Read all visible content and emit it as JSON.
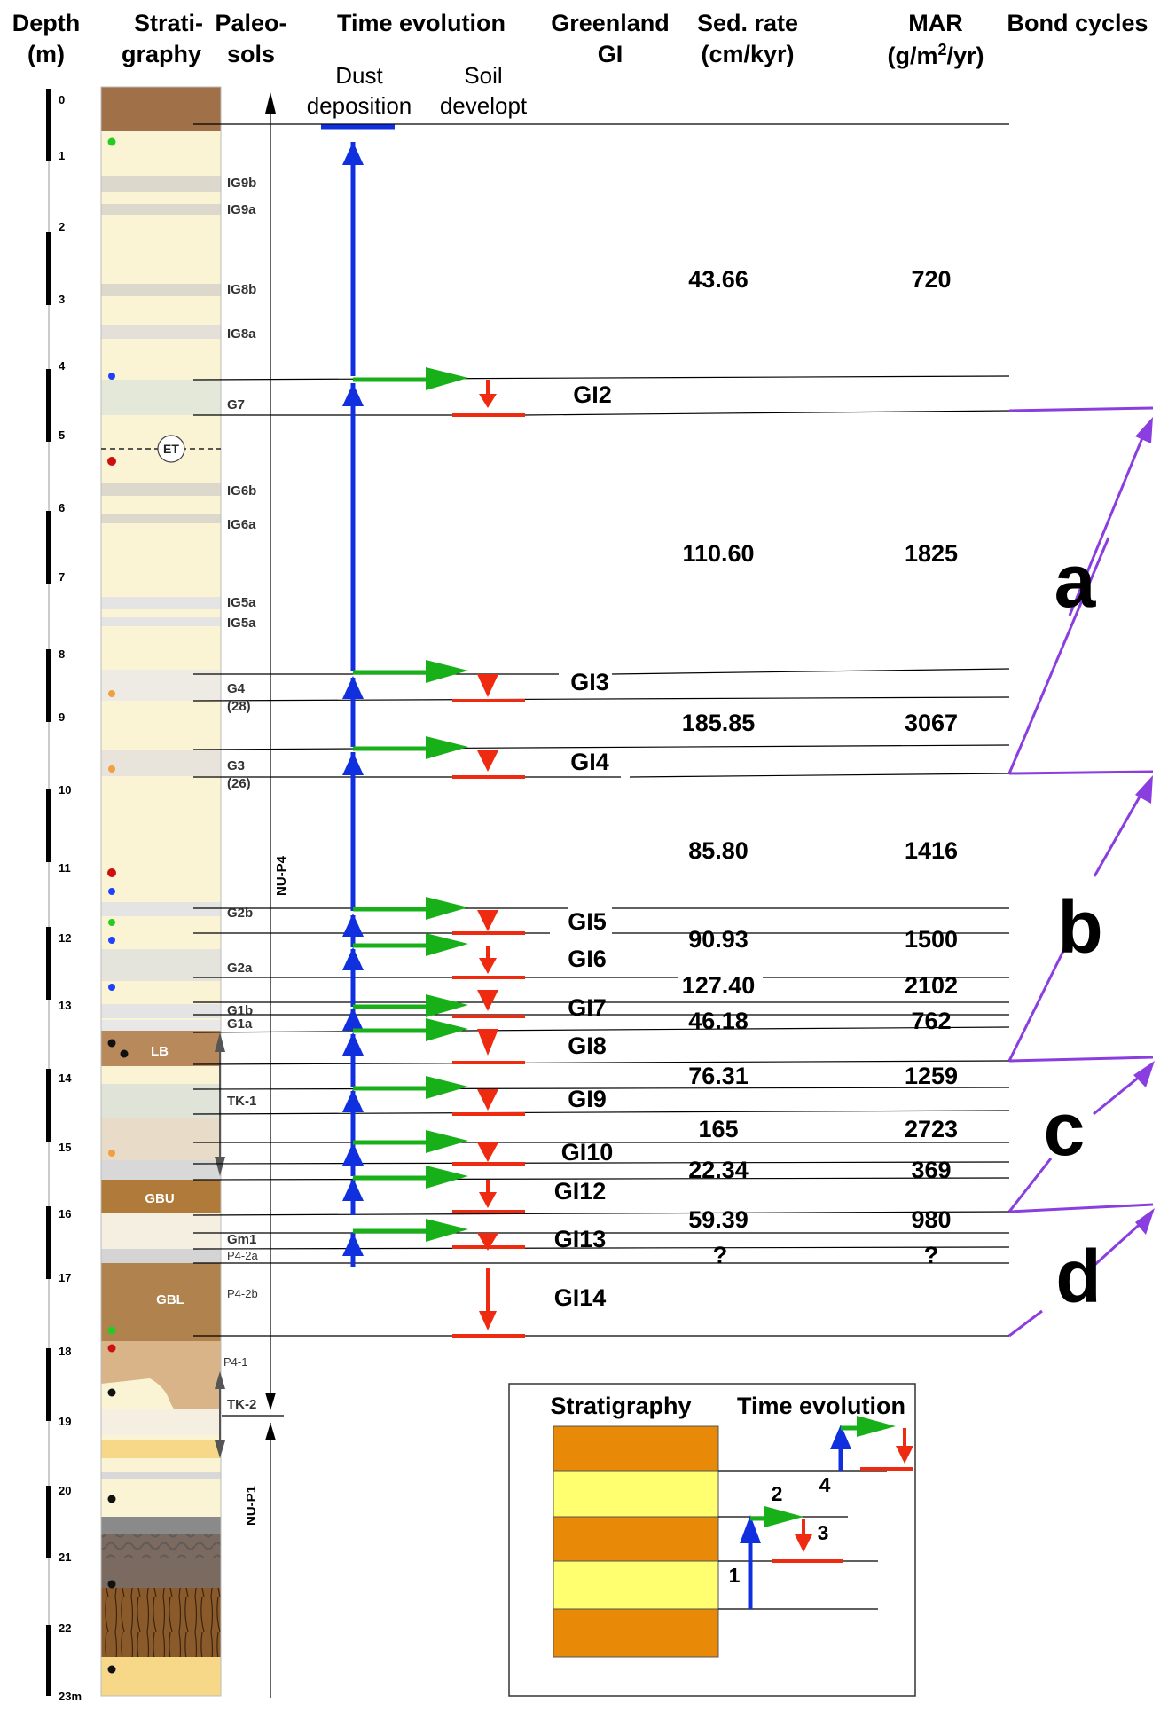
{
  "headers": {
    "depth": [
      "Depth",
      "(m)"
    ],
    "strati": [
      "Strati-",
      "graphy"
    ],
    "paleo": [
      "Paleo-",
      "sols"
    ],
    "time": "Time evolution",
    "dust": [
      "Dust",
      "deposition"
    ],
    "soil": [
      "Soil",
      "developt"
    ],
    "greenland": [
      "Greenland",
      "GI"
    ],
    "sed": [
      "Sed. rate",
      "(cm/kyr)"
    ],
    "mar": [
      "MAR",
      "(g/m",
      "2",
      "/yr)"
    ],
    "bond": "Bond cycles"
  },
  "depth_ticks": [
    "0",
    "1",
    "2",
    "3",
    "4",
    "5",
    "6",
    "7",
    "8",
    "9",
    "10",
    "11",
    "12",
    "13",
    "14",
    "15",
    "16",
    "17",
    "18",
    "19",
    "20",
    "21",
    "22",
    "23m"
  ],
  "unit_labels": {
    "p4": "NU-P4",
    "p1": "NU-P1"
  },
  "paleosol_labels": [
    "IG9b",
    "IG9a",
    "IG8b",
    "IG8a",
    "G7",
    "IG6b",
    "IG6a",
    "IG5a",
    "IG5a",
    "G4",
    "(28)",
    "G3",
    "(26)",
    "G2b",
    "G2a",
    "G1b",
    "G1a",
    "TK-1",
    "Gm1",
    "P4-2a",
    "P4-2b",
    "P4-1",
    "TK-2"
  ],
  "layer_labels": {
    "et": "ET",
    "lb": "LB",
    "gbu": "GBU",
    "gbl": "GBL"
  },
  "gi_labels": [
    "GI2",
    "GI3",
    "GI4",
    "GI5",
    "GI6",
    "GI7",
    "GI8",
    "GI9",
    "GI10",
    "GI12",
    "GI13",
    "GI14"
  ],
  "rates": [
    {
      "sed": "43.66",
      "mar": "720"
    },
    {
      "sed": "110.60",
      "mar": "1825"
    },
    {
      "sed": "185.85",
      "mar": "3067"
    },
    {
      "sed": "85.80",
      "mar": "1416"
    },
    {
      "sed": "90.93",
      "mar": "1500"
    },
    {
      "sed": "127.40",
      "mar": "2102"
    },
    {
      "sed": "46.18",
      "mar": "762"
    },
    {
      "sed": "76.31",
      "mar": "1259"
    },
    {
      "sed": "165",
      "mar": "2723"
    },
    {
      "sed": "22.34",
      "mar": "369"
    },
    {
      "sed": "59.39",
      "mar": "980"
    },
    {
      "sed": "?",
      "mar": "?"
    }
  ],
  "bond_labels": [
    "a",
    "b",
    "c",
    "d"
  ],
  "legend": {
    "strat": "Stratigraphy",
    "time": "Time evolution",
    "steps": [
      "1",
      "2",
      "3",
      "4"
    ]
  },
  "colors": {
    "dust": "#1030e0",
    "soil_green": "#18b018",
    "soil_red": "#ee2a10",
    "bond": "#8a3ee0",
    "loess": "#fbf4d4",
    "paleosol": "#b07a3a",
    "legend_orange": "#e88a08",
    "legend_yellow": "#ffff70"
  }
}
